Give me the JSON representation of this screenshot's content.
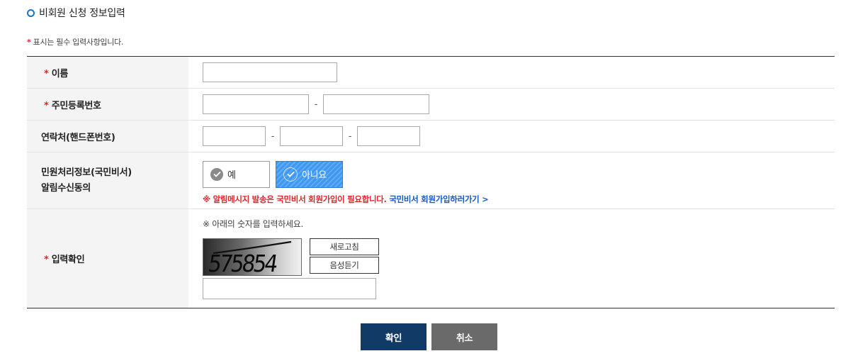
{
  "section": {
    "title": "비회원 신청 정보입력",
    "icon": "ring-bullet-icon"
  },
  "required_note": {
    "star": "*",
    "text": " 표시는 필수 입력사항입니다."
  },
  "fields": {
    "name": {
      "star": "*",
      "label": "이름"
    },
    "rrn": {
      "star": "*",
      "label": "주민등록번호",
      "separator": "-"
    },
    "phone": {
      "label": "연락처(핸드폰번호)",
      "separator": "-"
    },
    "consent": {
      "label_line1": "민원처리정보(국민비서)",
      "label_line2": "알림수신동의",
      "yes_label": "예",
      "no_label": "아니요",
      "notice_red": "※  알림메시지 발송은 국민비서 회원가입이 필요합니다.",
      "notice_link": "국민비서 회원가입하러가기 >"
    },
    "captcha": {
      "star": "*",
      "label": "입력확인",
      "instruction": "※ 아래의 숫자를 입력하세요.",
      "code": "575854",
      "refresh_label": "새로고침",
      "audio_label": "음성듣기"
    }
  },
  "actions": {
    "confirm_label": "확인",
    "cancel_label": "취소"
  },
  "colors": {
    "accent": "#1a73c9",
    "required": "#e0262b",
    "confirm_bg": "#113a66",
    "cancel_bg": "#6a6a6a",
    "selected_bg": "#3e97f0"
  }
}
